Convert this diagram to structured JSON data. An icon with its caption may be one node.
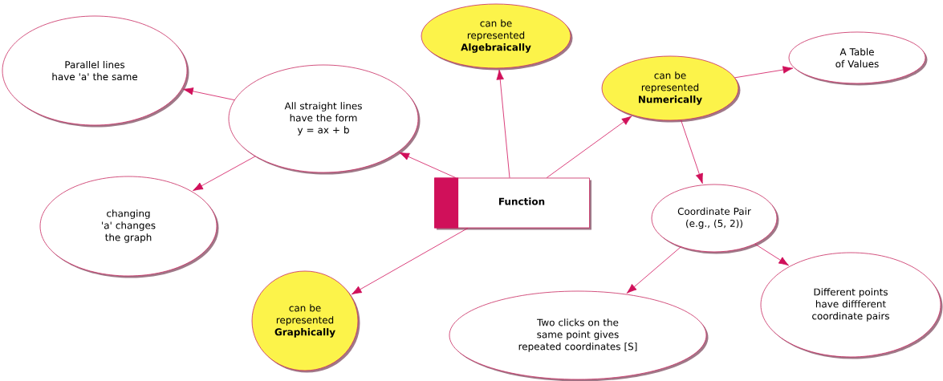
{
  "diagram": {
    "nodes": [
      {
        "text": [
          "Parallel lines have 'a' the same"
        ]
      },
      {
        "text": [
          "can be represented **Algebraically**"
        ]
      },
      {
        "text": [
          "can be represented **Numerically**"
        ]
      },
      {
        "text": [
          "A Table of Values"
        ]
      },
      {
        "text": [
          "All straight lines have the form y = ax + b"
        ]
      },
      {
        "text": [
          "Function"
        ]
      },
      {
        "text": [
          "changing 'a' changes the graph"
        ]
      },
      {
        "text": [
          "Coordinate Pair (e.g., (5, 2))"
        ]
      },
      {
        "text": [
          "can be represented **Graphically**"
        ]
      },
      {
        "text": [
          "Two clicks on the same point gives repeated coordinates [S]"
        ]
      },
      {
        "text": [
          "Different points have diffferent coordinate pairs"
        ]
      }
    ],
    "edges": [
      {
        "from": 5,
        "to": 4,
        "arrow": "to"
      },
      {
        "from": 4,
        "to": 0,
        "arrow": "to"
      },
      {
        "from": 4,
        "to": 6,
        "arrow": "to"
      },
      {
        "from": 5,
        "to": 1,
        "arrow": "to"
      },
      {
        "from": 5,
        "to": 2,
        "arrow": "to"
      },
      {
        "from": 2,
        "to": 3,
        "arrow": "to"
      },
      {
        "from": 2,
        "to": 7,
        "arrow": "to"
      },
      {
        "from": 5,
        "to": 8,
        "arrow": "to"
      },
      {
        "from": 7,
        "to": 9,
        "arrow": "to"
      },
      {
        "from": 7,
        "to": 10,
        "arrow": "to"
      }
    ]
  }
}
